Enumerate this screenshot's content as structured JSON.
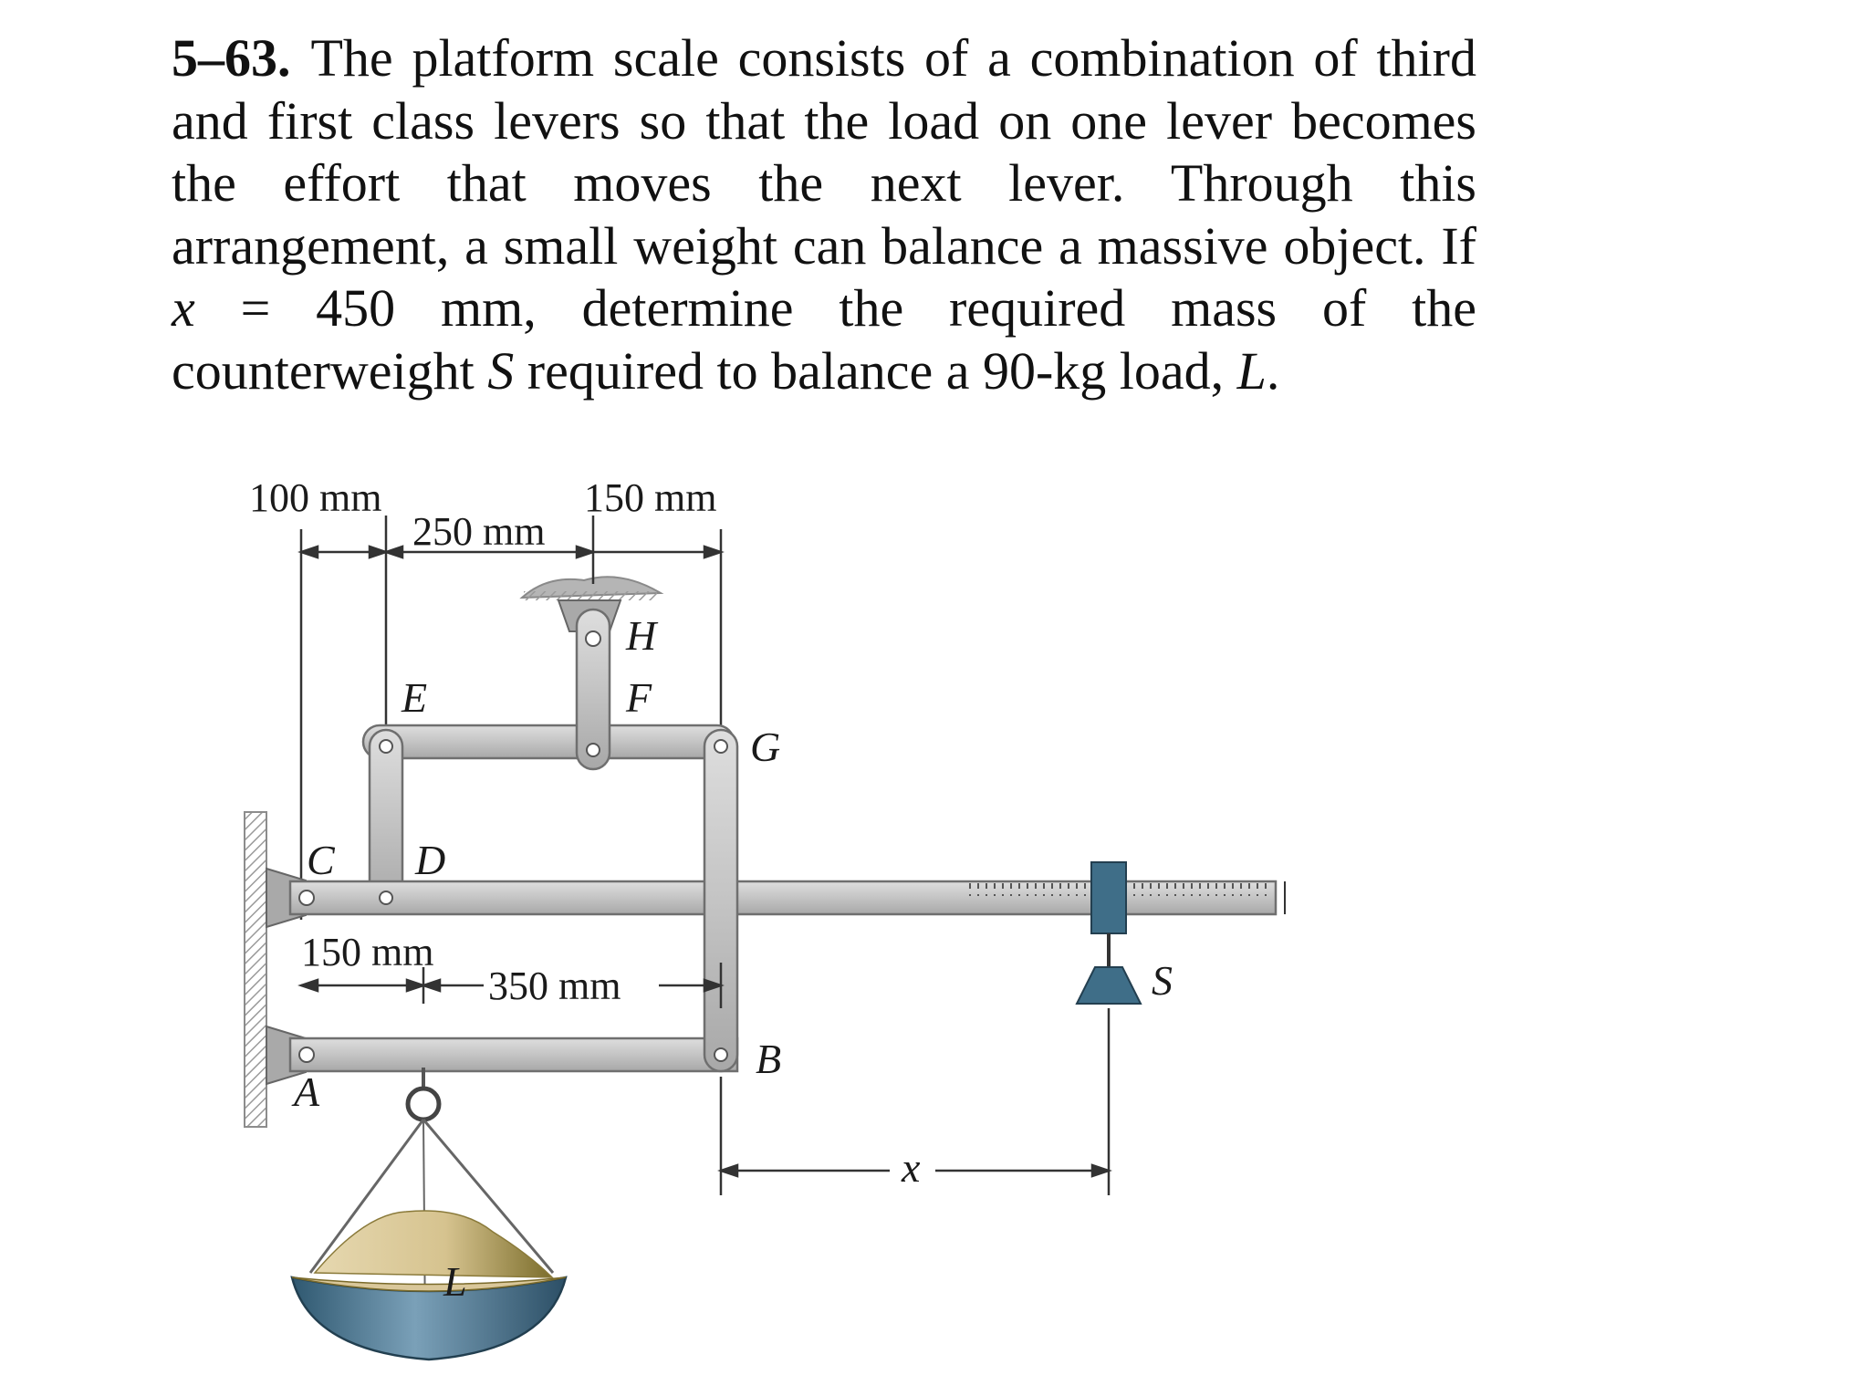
{
  "problem": {
    "number": "5–63.",
    "text_part1": "The platform scale consists of a combination of third and first class levers so that the load on one lever becomes the effort that moves the next lever. Through this arrangement, a small weight can balance a massive object. If ",
    "variable_x": "x",
    "text_part2": " = 450 mm, determine the required mass of the counterweight ",
    "variable_s": "S",
    "text_part3": " required to balance a 90-kg load, ",
    "variable_l": "L",
    "text_end": "."
  },
  "figure": {
    "dimensions": {
      "d100": "100 mm",
      "d250": "250 mm",
      "d150_top": "150 mm",
      "d150_bottom": "150 mm",
      "d350": "350 mm",
      "x": "x"
    },
    "points": {
      "H": "H",
      "E": "E",
      "F": "F",
      "G": "G",
      "C": "C",
      "D": "D",
      "B": "B",
      "A": "A",
      "S": "S",
      "L": "L"
    },
    "colors": {
      "lever": "#c9c9c9",
      "lever_edge": "#6f6f6f",
      "counterweight": "#3f6e88",
      "sand": "#d9c79a",
      "sand_shadow": "#8a7a3a",
      "pan": "#4f7893"
    }
  }
}
